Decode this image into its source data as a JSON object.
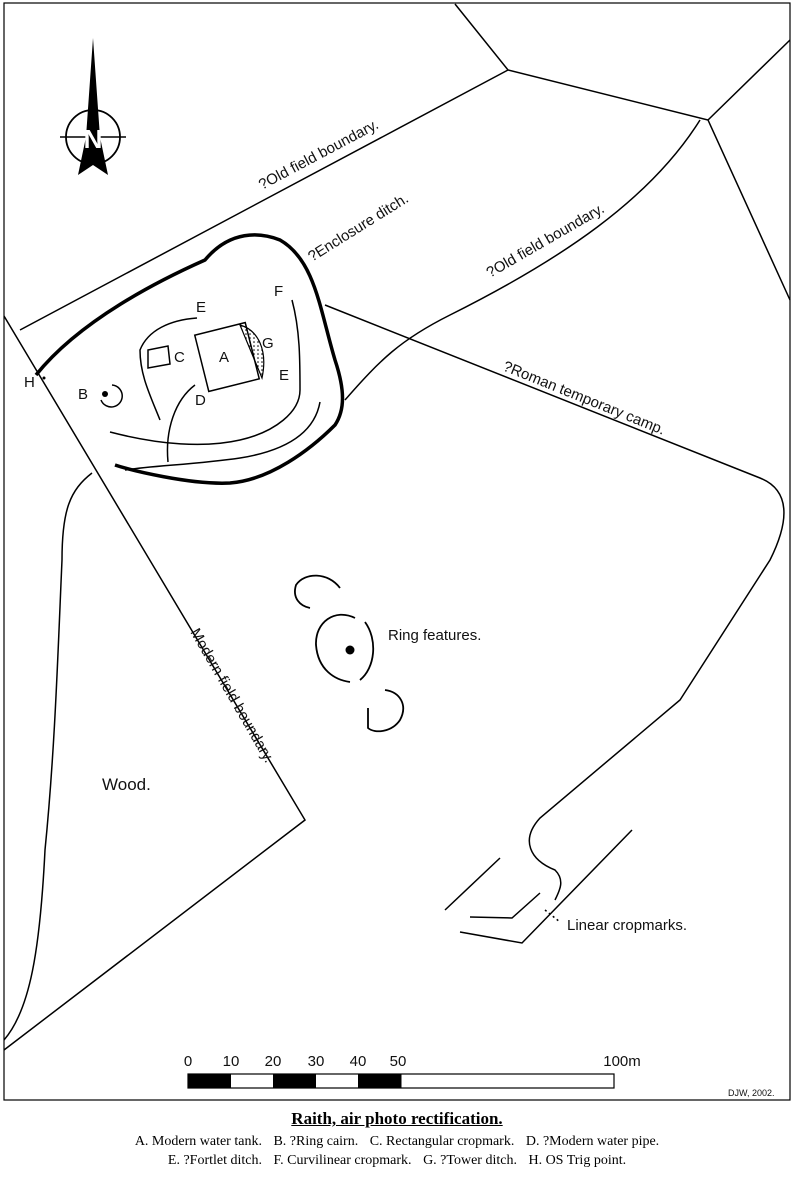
{
  "map": {
    "north_symbol": "N",
    "labels": {
      "old_field_boundary_1": "?Old field boundary.",
      "old_field_boundary_2": "?Old field boundary.",
      "enclosure_ditch": "?Enclosure ditch.",
      "roman_camp": "?Roman temporary camp.",
      "modern_field_boundary": "Modern field boundary.",
      "wood": "Wood.",
      "ring_features": "Ring features.",
      "linear_cropmarks": "Linear cropmarks.",
      "letter_a": "A",
      "letter_b": "B",
      "letter_c": "C",
      "letter_d": "D",
      "letter_e1": "E",
      "letter_e2": "E",
      "letter_f": "F",
      "letter_g": "G",
      "letter_h": "H"
    },
    "scale_bar": {
      "ticks": [
        "0",
        "10",
        "20",
        "30",
        "40",
        "50",
        "100m"
      ]
    },
    "credit": "DJW, 2002."
  },
  "caption": {
    "title": "Raith, air photo rectification.",
    "legend_line1": [
      "A.  Modern water tank.",
      "B. ?Ring cairn.",
      "C. Rectangular cropmark.",
      "D. ?Modern water pipe."
    ],
    "legend_line2": [
      "E. ?Fortlet ditch.",
      "F. Curvilinear cropmark.",
      "G. ?Tower ditch.",
      "H. OS Trig point."
    ]
  }
}
